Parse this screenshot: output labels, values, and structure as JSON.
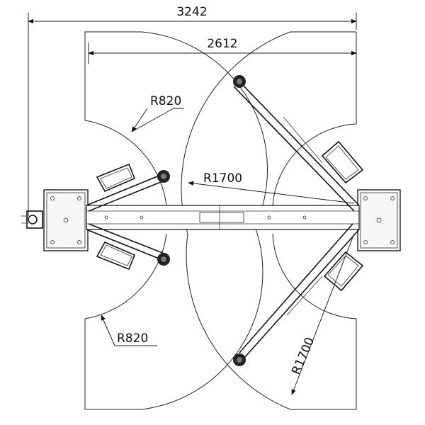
{
  "dimensions": {
    "overall_width": "3242",
    "inner_width": "2612"
  },
  "radii": {
    "short_arm_upper": "R820",
    "short_arm_lower": "R820",
    "long_arm_center": "R1700",
    "long_arm_lower": "R1700"
  }
}
